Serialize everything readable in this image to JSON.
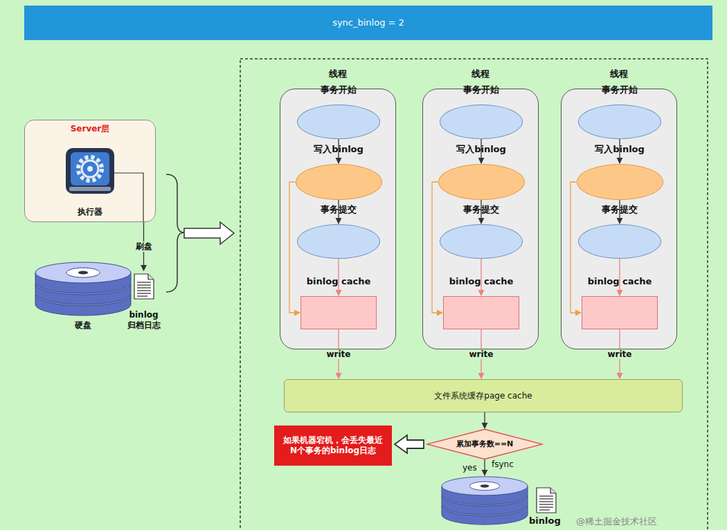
{
  "diagram": {
    "nodes": [
      {
        "text": [
          "sync_binlog = 2"
        ]
      },
      {
        "text": [
          "Server层",
          "执行器"
        ]
      },
      {
        "text": [
          "硬盘"
        ]
      },
      {
        "text": [
          "binlog 归档日志"
        ]
      },
      {
        "text": [
          "线程"
        ]
      },
      {
        "text": [
          "事务开始"
        ],
        "in": 4
      },
      {
        "text": [
          "写入binlog"
        ],
        "in": 4
      },
      {
        "text": [
          "事务提交"
        ],
        "in": 4
      },
      {
        "text": [
          "binlog cache"
        ],
        "in": 4
      },
      {
        "text": [
          "线程"
        ]
      },
      {
        "text": [
          "事务开始"
        ],
        "in": 9
      },
      {
        "text": [
          "写入binlog"
        ],
        "in": 9
      },
      {
        "text": [
          "事务提交"
        ],
        "in": 9
      },
      {
        "text": [
          "binlog cache"
        ],
        "in": 9
      },
      {
        "text": [
          "线程"
        ]
      },
      {
        "text": [
          "事务开始"
        ],
        "in": 14
      },
      {
        "text": [
          "写入binlog"
        ],
        "in": 14
      },
      {
        "text": [
          "事务提交"
        ],
        "in": 14
      },
      {
        "text": [
          "binlog cache"
        ],
        "in": 14
      },
      {
        "text": [
          "文件系统缓存page cache"
        ]
      },
      {
        "text": [
          "累加事务数==N"
        ]
      },
      {
        "text": [
          "如果机器宕机，会丢失最近N个事务的binlog日志"
        ]
      },
      {
        "text": [
          "binlog"
        ]
      }
    ],
    "edges": [
      {
        "from": 1,
        "to": 3,
        "label": "刷盘",
        "arrow": "to"
      },
      {
        "from": 5,
        "to": 6,
        "arrow": "to"
      },
      {
        "from": 6,
        "to": 7,
        "arrow": "to"
      },
      {
        "from": 7,
        "to": 8,
        "arrow": "to"
      },
      {
        "from": 6,
        "to": 8,
        "arrow": "to"
      },
      {
        "from": 8,
        "to": 19,
        "label": "write",
        "arrow": "to"
      },
      {
        "from": 10,
        "to": 11,
        "arrow": "to"
      },
      {
        "from": 11,
        "to": 12,
        "arrow": "to"
      },
      {
        "from": 12,
        "to": 13,
        "arrow": "to"
      },
      {
        "from": 11,
        "to": 13,
        "arrow": "to"
      },
      {
        "from": 13,
        "to": 19,
        "label": "write",
        "arrow": "to"
      },
      {
        "from": 15,
        "to": 16,
        "arrow": "to"
      },
      {
        "from": 16,
        "to": 17,
        "arrow": "to"
      },
      {
        "from": 17,
        "to": 18,
        "arrow": "to"
      },
      {
        "from": 16,
        "to": 18,
        "arrow": "to"
      },
      {
        "from": 18,
        "to": 19,
        "label": "write",
        "arrow": "to"
      },
      {
        "from": 19,
        "to": 20,
        "arrow": "to"
      },
      {
        "from": 20,
        "to": 21,
        "arrow": "to"
      },
      {
        "from": 20,
        "to": 22,
        "label": "yes",
        "arrow": "to"
      }
    ],
    "labels": [
      "fsync",
      "@稀土掘金技术社区"
    ]
  }
}
